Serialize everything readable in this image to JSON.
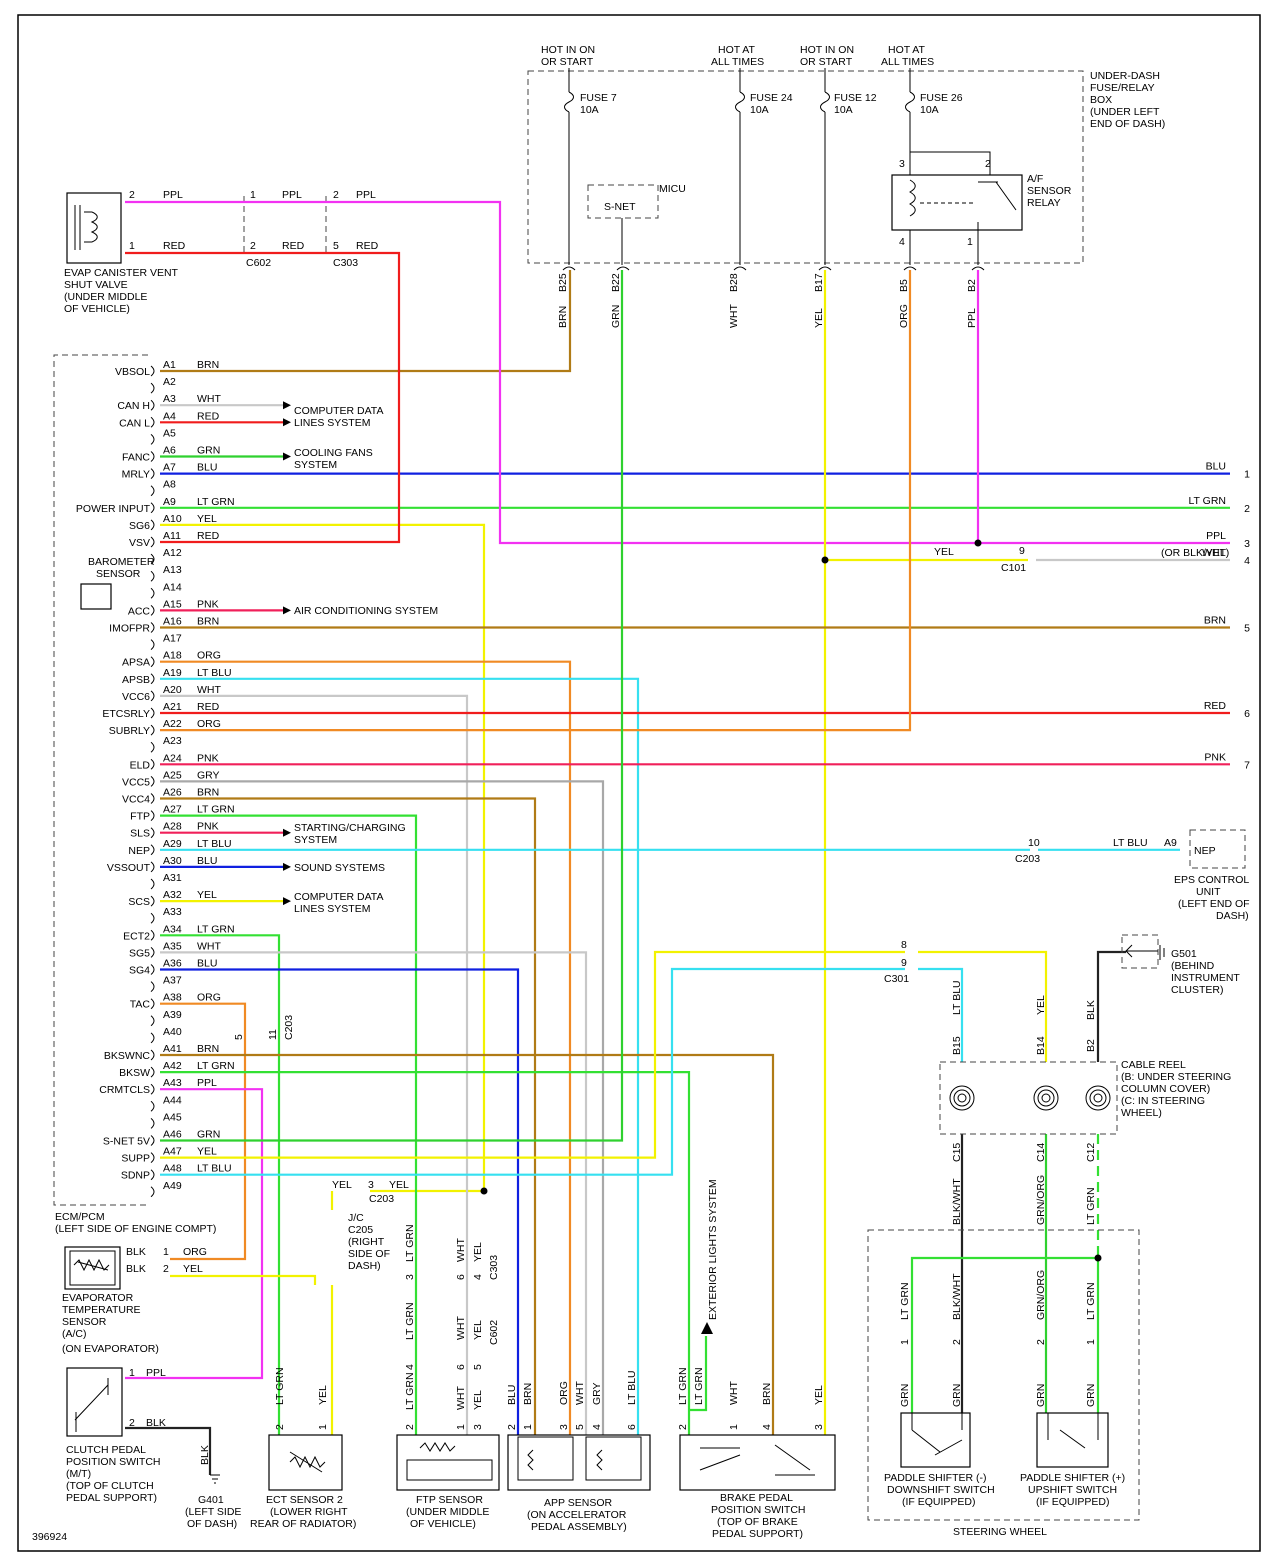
{
  "diagram_id": "396924",
  "power_sources": [
    {
      "header": [
        "HOT IN ON",
        "OR START"
      ],
      "fuse": [
        "FUSE 7",
        "10A"
      ]
    },
    {
      "header": [
        "HOT AT",
        "ALL TIMES"
      ],
      "fuse": [
        "FUSE 24",
        "10A"
      ]
    },
    {
      "header": [
        "HOT IN ON",
        "OR START"
      ],
      "fuse": [
        "FUSE 12",
        "10A"
      ]
    },
    {
      "header": [
        "HOT AT",
        "ALL TIMES"
      ],
      "fuse": [
        "FUSE 26",
        "10A"
      ]
    }
  ],
  "fuse_box": [
    "UNDER-DASH",
    "FUSE/RELAY",
    "BOX",
    "(UNDER LEFT",
    "END OF DASH)"
  ],
  "micu": {
    "label": "MICU",
    "snet": "S-NET"
  },
  "af_relay": [
    "A/F",
    "SENSOR",
    "RELAY"
  ],
  "relay_pins": [
    "3",
    "2",
    "4",
    "1"
  ],
  "fuse_box_pins": [
    {
      "pin": "B25",
      "color": "BRN"
    },
    {
      "pin": "B22",
      "color": "GRN"
    },
    {
      "pin": "B28",
      "color": "WHT"
    },
    {
      "pin": "B17",
      "color": "YEL"
    },
    {
      "pin": "B5",
      "color": "ORG"
    },
    {
      "pin": "B2",
      "color": "PPL"
    }
  ],
  "evap_valve": {
    "label": [
      "EVAP CANISTER VENT",
      "SHUT VALVE",
      "(UNDER MIDDLE",
      "OF VEHICLE)"
    ],
    "pins": [
      "2",
      "1"
    ],
    "colors": [
      "PPL",
      "RED"
    ],
    "c602_pins": [
      "1",
      "2"
    ],
    "c303_pins": [
      "2",
      "5"
    ],
    "c602": "C602",
    "c303": "C303"
  },
  "ecm_label": [
    "ECM/PCM",
    "(LEFT SIDE OF ENGINE COMPT)"
  ],
  "barometer": [
    "BAROMETER",
    "SENSOR"
  ],
  "ecm_pins": [
    {
      "name": "VBSOL",
      "pin": "A1",
      "color": "BRN"
    },
    {
      "name": "",
      "pin": "A2",
      "color": ""
    },
    {
      "name": "CAN H",
      "pin": "A3",
      "color": "WHT"
    },
    {
      "name": "CAN L",
      "pin": "A4",
      "color": "RED"
    },
    {
      "name": "",
      "pin": "A5",
      "color": ""
    },
    {
      "name": "FANC",
      "pin": "A6",
      "color": "GRN"
    },
    {
      "name": "MRLY",
      "pin": "A7",
      "color": "BLU"
    },
    {
      "name": "",
      "pin": "A8",
      "color": ""
    },
    {
      "name": "POWER INPUT",
      "pin": "A9",
      "color": "LT GRN"
    },
    {
      "name": "SG6",
      "pin": "A10",
      "color": "YEL"
    },
    {
      "name": "VSV",
      "pin": "A11",
      "color": "RED"
    },
    {
      "name": "",
      "pin": "A12",
      "color": ""
    },
    {
      "name": "",
      "pin": "A13",
      "color": ""
    },
    {
      "name": "",
      "pin": "A14",
      "color": ""
    },
    {
      "name": "ACC",
      "pin": "A15",
      "color": "PNK"
    },
    {
      "name": "IMOFPR",
      "pin": "A16",
      "color": "BRN"
    },
    {
      "name": "",
      "pin": "A17",
      "color": ""
    },
    {
      "name": "APSA",
      "pin": "A18",
      "color": "ORG"
    },
    {
      "name": "APSB",
      "pin": "A19",
      "color": "LT BLU"
    },
    {
      "name": "VCC6",
      "pin": "A20",
      "color": "WHT"
    },
    {
      "name": "ETCSRLY",
      "pin": "A21",
      "color": "RED"
    },
    {
      "name": "SUBRLY",
      "pin": "A22",
      "color": "ORG"
    },
    {
      "name": "",
      "pin": "A23",
      "color": ""
    },
    {
      "name": "ELD",
      "pin": "A24",
      "color": "PNK"
    },
    {
      "name": "VCC5",
      "pin": "A25",
      "color": "GRY"
    },
    {
      "name": "VCC4",
      "pin": "A26",
      "color": "BRN"
    },
    {
      "name": "FTP",
      "pin": "A27",
      "color": "LT GRN"
    },
    {
      "name": "SLS",
      "pin": "A28",
      "color": "PNK"
    },
    {
      "name": "NEP",
      "pin": "A29",
      "color": "LT BLU"
    },
    {
      "name": "VSSOUT",
      "pin": "A30",
      "color": "BLU"
    },
    {
      "name": "",
      "pin": "A31",
      "color": ""
    },
    {
      "name": "SCS",
      "pin": "A32",
      "color": "YEL"
    },
    {
      "name": "",
      "pin": "A33",
      "color": ""
    },
    {
      "name": "ECT2",
      "pin": "A34",
      "color": "LT GRN"
    },
    {
      "name": "SG5",
      "pin": "A35",
      "color": "WHT"
    },
    {
      "name": "SG4",
      "pin": "A36",
      "color": "BLU"
    },
    {
      "name": "",
      "pin": "A37",
      "color": ""
    },
    {
      "name": "TAC",
      "pin": "A38",
      "color": "ORG"
    },
    {
      "name": "",
      "pin": "A39",
      "color": ""
    },
    {
      "name": "",
      "pin": "A40",
      "color": ""
    },
    {
      "name": "BKSWNC",
      "pin": "A41",
      "color": "BRN"
    },
    {
      "name": "BKSW",
      "pin": "A42",
      "color": "LT GRN"
    },
    {
      "name": "CRMTCLS",
      "pin": "A43",
      "color": "PPL"
    },
    {
      "name": "",
      "pin": "A44",
      "color": ""
    },
    {
      "name": "",
      "pin": "A45",
      "color": ""
    },
    {
      "name": "S-NET 5V",
      "pin": "A46",
      "color": "GRN"
    },
    {
      "name": "SUPP",
      "pin": "A47",
      "color": "YEL"
    },
    {
      "name": "SDNP",
      "pin": "A48",
      "color": "LT BLU"
    },
    {
      "name": "",
      "pin": "A49",
      "color": ""
    }
  ],
  "system_refs": [
    [
      "COMPUTER DATA",
      "LINES SYSTEM"
    ],
    [
      "COOLING FANS",
      "SYSTEM"
    ],
    [
      "AIR CONDITIONING SYSTEM"
    ],
    [
      "STARTING/CHARGING",
      "SYSTEM"
    ],
    [
      "SOUND SYSTEMS"
    ],
    [
      "COMPUTER DATA",
      "LINES SYSTEM"
    ]
  ],
  "right_outputs": [
    {
      "num": "1",
      "color": "BLU"
    },
    {
      "num": "2",
      "color": "LT GRN"
    },
    {
      "num": "3",
      "color": "PPL"
    },
    {
      "num": "4",
      "color": "WHT"
    },
    {
      "num": "5",
      "color": "BRN"
    },
    {
      "num": "6",
      "color": "RED"
    },
    {
      "num": "7",
      "color": "PNK"
    }
  ],
  "output3_alt": "(OR BLK/YEL)",
  "c101": {
    "label": "C101",
    "pin": "9",
    "in_color": "YEL"
  },
  "eps": {
    "pin": "A9",
    "name": "NEP",
    "color": "LT BLU",
    "c203_pin": "10",
    "c203": "C203",
    "label": [
      "EPS CONTROL",
      "UNIT",
      "(LEFT END OF",
      "DASH)"
    ]
  },
  "c301": {
    "label": "C301",
    "pins": [
      "8",
      "9"
    ]
  },
  "g501": {
    "label": "G501",
    "desc": [
      "(BEHIND",
      "INSTRUMENT",
      "CLUSTER)"
    ],
    "color": "BLK"
  },
  "cable_reel": {
    "label": [
      "CABLE REEL",
      "(B: UNDER STEERING",
      "COLUMN COVER)",
      "(C: IN STEERING",
      "WHEEL)"
    ],
    "top_pins": [
      "B15",
      "B14",
      "B2"
    ],
    "top_colors": [
      "LT BLU",
      "YEL",
      "BLK"
    ],
    "bottom_pins": [
      "C15",
      "C14",
      "C12"
    ],
    "bottom_colors": [
      "BLK/WHT",
      "GRN/ORG",
      "LT GRN"
    ]
  },
  "paddle_down": {
    "label": [
      "PADDLE SHIFTER (-)",
      "DOWNSHIFT SWITCH",
      "(IF EQUIPPED)"
    ],
    "pins": [
      "1",
      "2"
    ],
    "colors": [
      "LT GRN",
      "BLK/WHT"
    ],
    "in_colors": [
      "GRN",
      "GRN"
    ]
  },
  "paddle_up": {
    "label": [
      "PADDLE SHIFTER (+)",
      "UPSHIFT SWITCH",
      "(IF EQUIPPED)"
    ],
    "pins": [
      "2",
      "1"
    ],
    "colors": [
      "GRN/ORG",
      "LT GRN"
    ],
    "in_colors": [
      "GRN",
      "GRN"
    ]
  },
  "steering_wheel": "STEERING WHEEL",
  "c203_tac": {
    "label": "C203",
    "pins": [
      "5",
      "11"
    ]
  },
  "c203_sg6": {
    "label": "C203",
    "pin": "3",
    "colors": [
      "YEL",
      "YEL"
    ]
  },
  "jc": {
    "label": [
      "J/C",
      "C205",
      "(RIGHT",
      "SIDE OF",
      "DASH)"
    ]
  },
  "evap_temp": {
    "label": [
      "EVAPORATOR",
      "TEMPERATURE",
      "SENSOR",
      "(A/C)",
      "(ON EVAPORATOR)"
    ],
    "left_colors": [
      "BLK",
      "BLK"
    ],
    "pins": [
      "1",
      "2"
    ],
    "colors": [
      "ORG",
      "YEL"
    ]
  },
  "clutch": {
    "label": [
      "CLUTCH PEDAL",
      "POSITION SWITCH",
      "(M/T)",
      "(TOP OF CLUTCH",
      "PEDAL SUPPORT)"
    ],
    "pins": [
      "1",
      "2"
    ],
    "colors": [
      "PPL",
      "BLK"
    ]
  },
  "g401": {
    "label": [
      "G401",
      "(LEFT SIDE",
      "OF DASH)"
    ],
    "color": "BLK"
  },
  "ect2": {
    "label": [
      "ECT SENSOR 2",
      "(LOWER RIGHT",
      "REAR OF RADIATOR)"
    ],
    "pins": [
      "2",
      "1"
    ],
    "colors": [
      "LT GRN",
      "YEL"
    ]
  },
  "ftp": {
    "label": [
      "FTP SENSOR",
      "(UNDER MIDDLE",
      "OF VEHICLE)"
    ],
    "c303_pins": [
      "3",
      "6",
      "4"
    ],
    "c602_pins": [
      "4",
      "6",
      "5"
    ],
    "pins": [
      "2",
      "1",
      "3"
    ],
    "colors": [
      "LT GRN",
      "WHT",
      "YEL"
    ],
    "c303": "C303",
    "c602": "C602"
  },
  "app": {
    "label": [
      "APP SENSOR",
      "(ON ACCELERATOR",
      "PEDAL ASSEMBLY)"
    ],
    "pins": [
      "2",
      "1",
      "3",
      "5",
      "4",
      "6"
    ],
    "colors": [
      "BLU",
      "BRN",
      "ORG",
      "WHT",
      "GRY",
      "LT BLU"
    ]
  },
  "bpp": {
    "label": [
      "BRAKE PEDAL",
      "POSITION SWITCH",
      "(TOP OF BRAKE",
      "PEDAL SUPPORT)"
    ],
    "pins": [
      "2",
      "1",
      "4",
      "3"
    ],
    "colors": [
      "LT GRN",
      "WHT",
      "BRN",
      "YEL"
    ],
    "ext": "EXTERIOR LIGHTS SYSTEM",
    "ext_color": "LT GRN"
  },
  "colors": {
    "BRN": "#b07b16",
    "GRN": "#2fd12f",
    "LT_GRN": "#33e033",
    "WHT": "#c8c8c8",
    "YEL": "#f2f200",
    "ORG": "#f08a24",
    "PPL": "#f232f2",
    "RED": "#f01c1c",
    "BLU": "#1020e0",
    "LT_BLU": "#36e0f0",
    "PNK": "#f0205a",
    "GRY": "#a8a8a8",
    "BLK": "#222222"
  }
}
